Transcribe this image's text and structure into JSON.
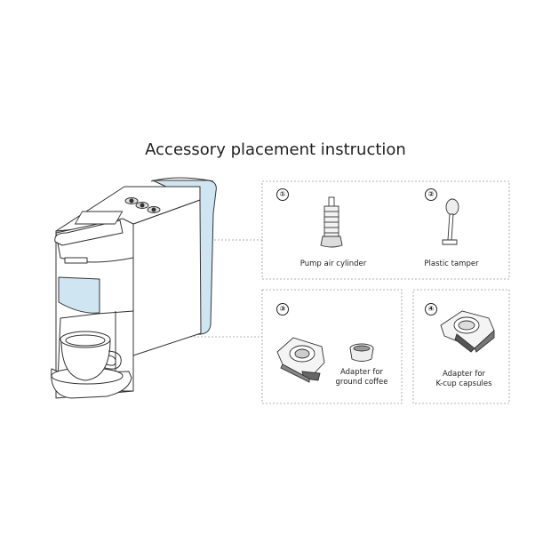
{
  "title": "Accessory placement instruction",
  "colors": {
    "accent": "#cfe6f2",
    "line": "#333333",
    "dash": "#9a9a9a"
  },
  "panels": [
    {
      "number": "①",
      "label": "Pump air cylinder"
    },
    {
      "number": "②",
      "label": "Plastic tamper"
    },
    {
      "number": "③",
      "label_line1": "Adapter for",
      "label_line2": "ground coffee"
    },
    {
      "number": "④",
      "label_line1": "Adapter for",
      "label_line2": "K-cup  capsules"
    }
  ]
}
